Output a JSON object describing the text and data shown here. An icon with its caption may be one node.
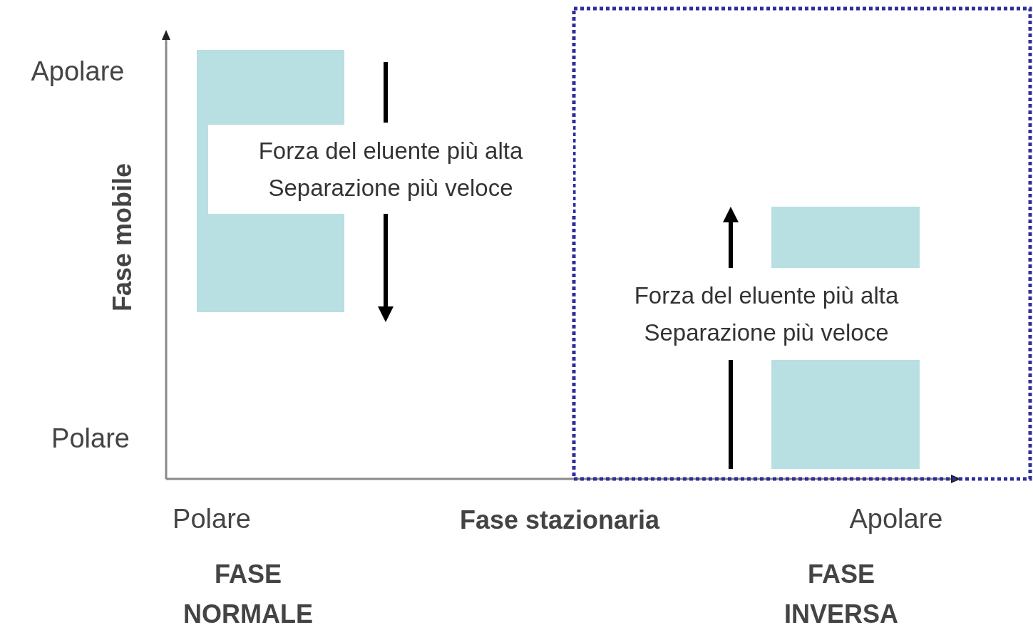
{
  "diagram": {
    "nodes": [
      {
        "text": [],
        "shape": "bar"
      },
      {
        "text": [],
        "shape": "bar"
      },
      {
        "text": [
          "Forza del eluente più alta Separazione più veloce"
        ]
      },
      {
        "text": [],
        "shape": "bar"
      },
      {
        "text": [],
        "shape": "bar"
      },
      {
        "text": [
          "Forza del eluente più alta Separazione più veloce"
        ]
      },
      {
        "text": [],
        "shape": "bar"
      }
    ],
    "labels": [
      "Apolare",
      "Fase mobile",
      "Polare",
      "Polare",
      "Fase stazionaria",
      "Apolare",
      "FASE NORMALE",
      "FASE INVERSA"
    ]
  }
}
